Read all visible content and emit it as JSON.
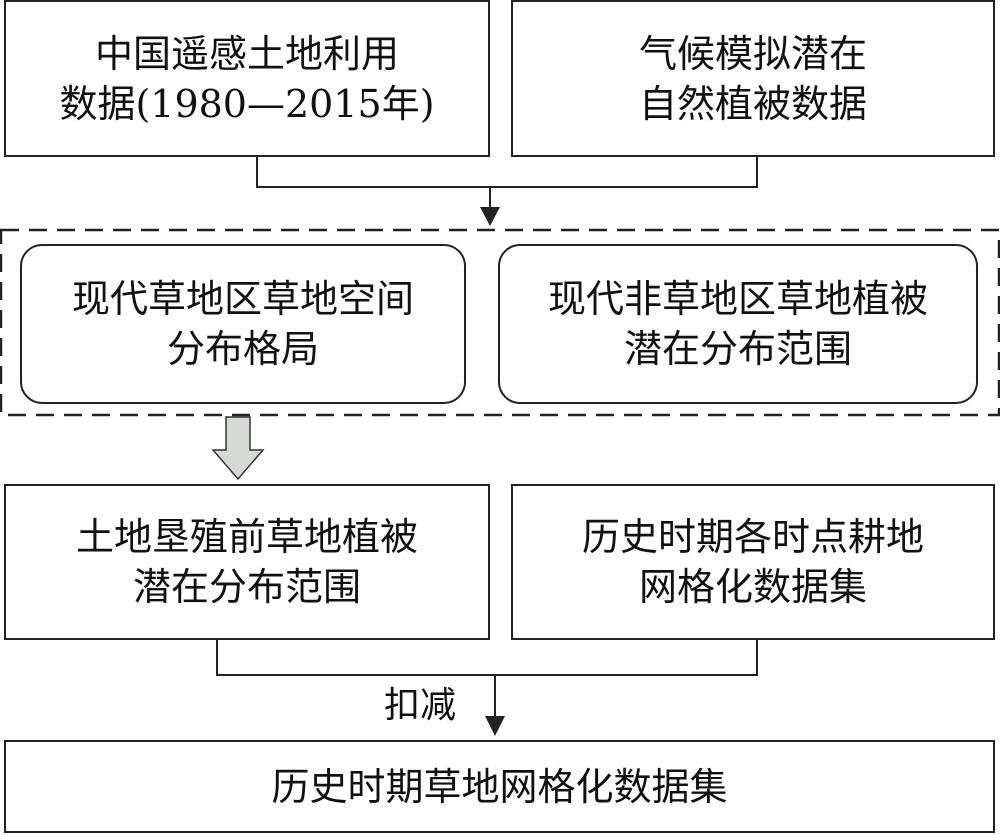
{
  "nodes": {
    "land_use": {
      "lines": [
        "中国遥感土地利用",
        "数据(1980—2015年)"
      ]
    },
    "climate": {
      "lines": [
        "气候模拟潜在",
        "自然植被数据"
      ]
    },
    "modern_grass": {
      "lines": [
        "现代草地区草地空间",
        "分布格局"
      ]
    },
    "modern_nongrass": {
      "lines": [
        "现代非草地区草地植被",
        "潜在分布范围"
      ]
    },
    "pre_reclaim": {
      "lines": [
        "土地垦殖前草地植被",
        "潜在分布范围"
      ]
    },
    "cropland": {
      "lines": [
        "历史时期各时点耕地",
        "网格化数据集"
      ]
    },
    "result": {
      "lines": [
        "历史时期草地网格化数据集"
      ]
    }
  },
  "edge_label": "扣减"
}
